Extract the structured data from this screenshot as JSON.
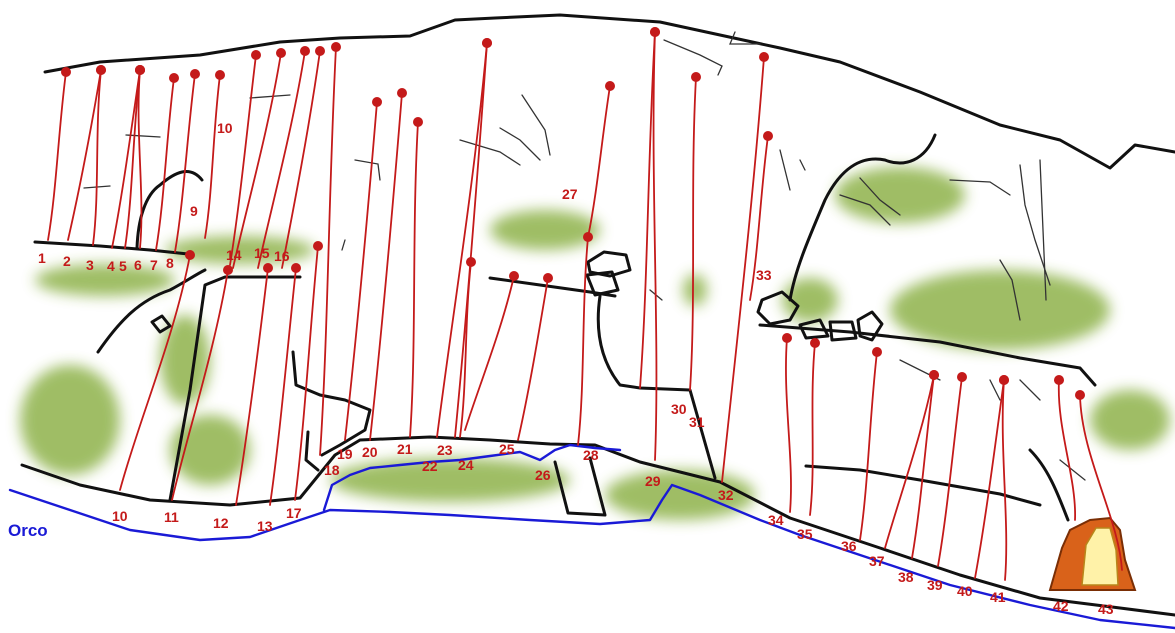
{
  "colors": {
    "route": "#c41a1a",
    "river": "#1a1ad6",
    "rock": "#111111",
    "vegetation": "#7fa832",
    "cave_outer": "#d9621a",
    "cave_inner": "#fff2a8"
  },
  "river": {
    "label": "Orco"
  },
  "routes": [
    {
      "label": "1"
    },
    {
      "label": "2"
    },
    {
      "label": "3"
    },
    {
      "label": "4"
    },
    {
      "label": "5"
    },
    {
      "label": "6"
    },
    {
      "label": "7"
    },
    {
      "label": "8"
    },
    {
      "label": "9"
    },
    {
      "label": "10"
    },
    {
      "label": "10"
    },
    {
      "label": "11"
    },
    {
      "label": "12"
    },
    {
      "label": "13"
    },
    {
      "label": "14"
    },
    {
      "label": "15"
    },
    {
      "label": "16"
    },
    {
      "label": "17"
    },
    {
      "label": "18"
    },
    {
      "label": "19"
    },
    {
      "label": "20"
    },
    {
      "label": "21"
    },
    {
      "label": "22"
    },
    {
      "label": "23"
    },
    {
      "label": "24"
    },
    {
      "label": "25"
    },
    {
      "label": "26"
    },
    {
      "label": "27"
    },
    {
      "label": "28"
    },
    {
      "label": "29"
    },
    {
      "label": "30"
    },
    {
      "label": "31"
    },
    {
      "label": "32"
    },
    {
      "label": "33"
    },
    {
      "label": "34"
    },
    {
      "label": "35"
    },
    {
      "label": "36"
    },
    {
      "label": "37"
    },
    {
      "label": "38"
    },
    {
      "label": "39"
    },
    {
      "label": "40"
    },
    {
      "label": "41"
    },
    {
      "label": "42"
    },
    {
      "label": "43"
    }
  ]
}
